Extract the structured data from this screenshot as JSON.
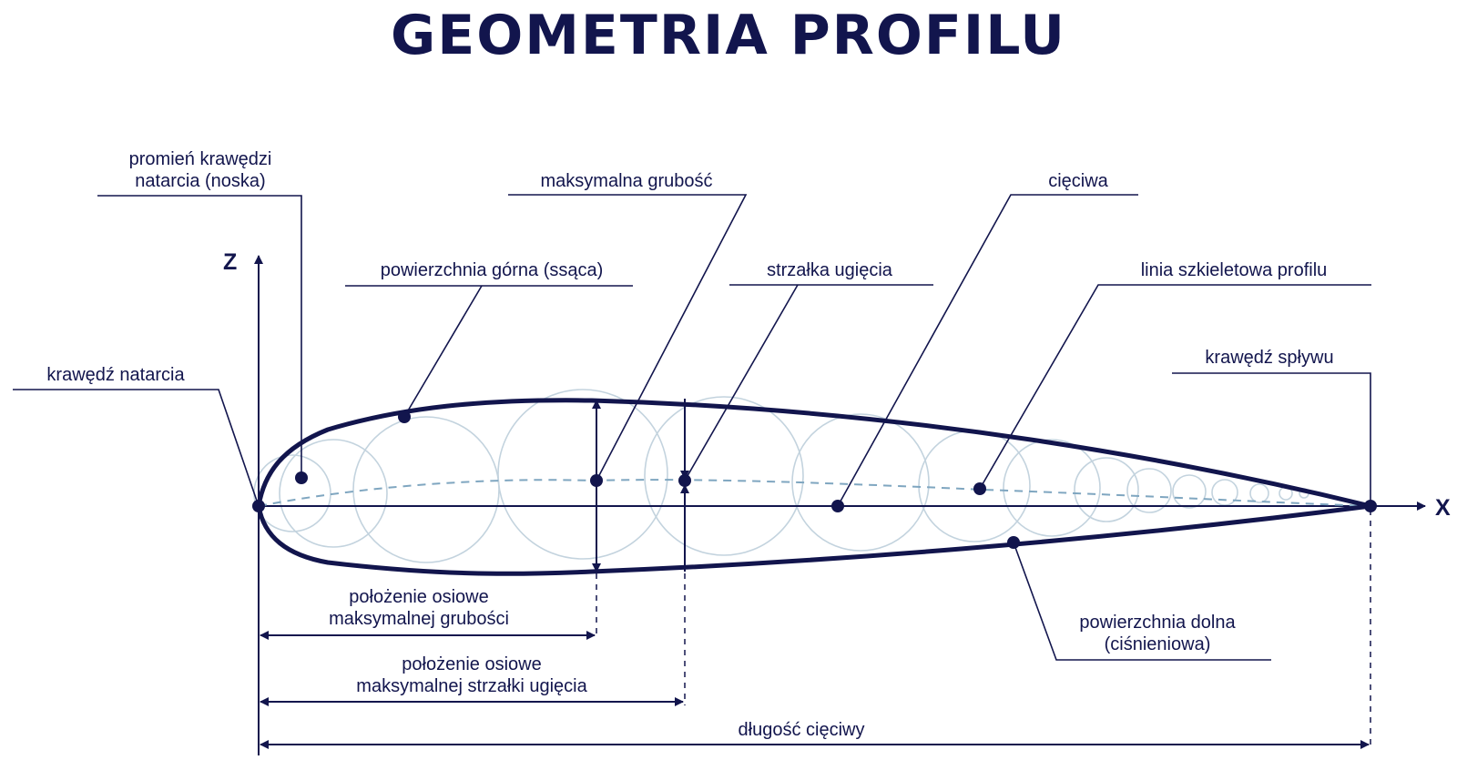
{
  "title": "GEOMETRIA PROFILU",
  "colors": {
    "ink": "#12154d",
    "circles": "#c3d3de",
    "camber_line": "#7fa6c0"
  },
  "axes": {
    "z": "Z",
    "x": "X"
  },
  "labels": {
    "leading_edge_radius": [
      "promień krawędzi",
      "natarcia (noska)"
    ],
    "max_thickness": "maksymalna grubość",
    "chord": "cięciwa",
    "upper_surface": "powierzchnia górna (ssąca)",
    "max_camber": "strzałka ugięcia",
    "mean_camber_line": "linia szkieletowa profilu",
    "trailing_edge": "krawędź spływu",
    "leading_edge": "krawędź natarcia",
    "lower_surface": [
      "powierzchnia dolna",
      "(ciśnieniowa)"
    ],
    "max_thickness_position": [
      "położenie osiowe",
      "maksymalnej grubości"
    ],
    "max_camber_position": [
      "położenie osiowe",
      "maksymalnej strzałki ugięcia"
    ],
    "chord_length": "długość cięciwy"
  }
}
